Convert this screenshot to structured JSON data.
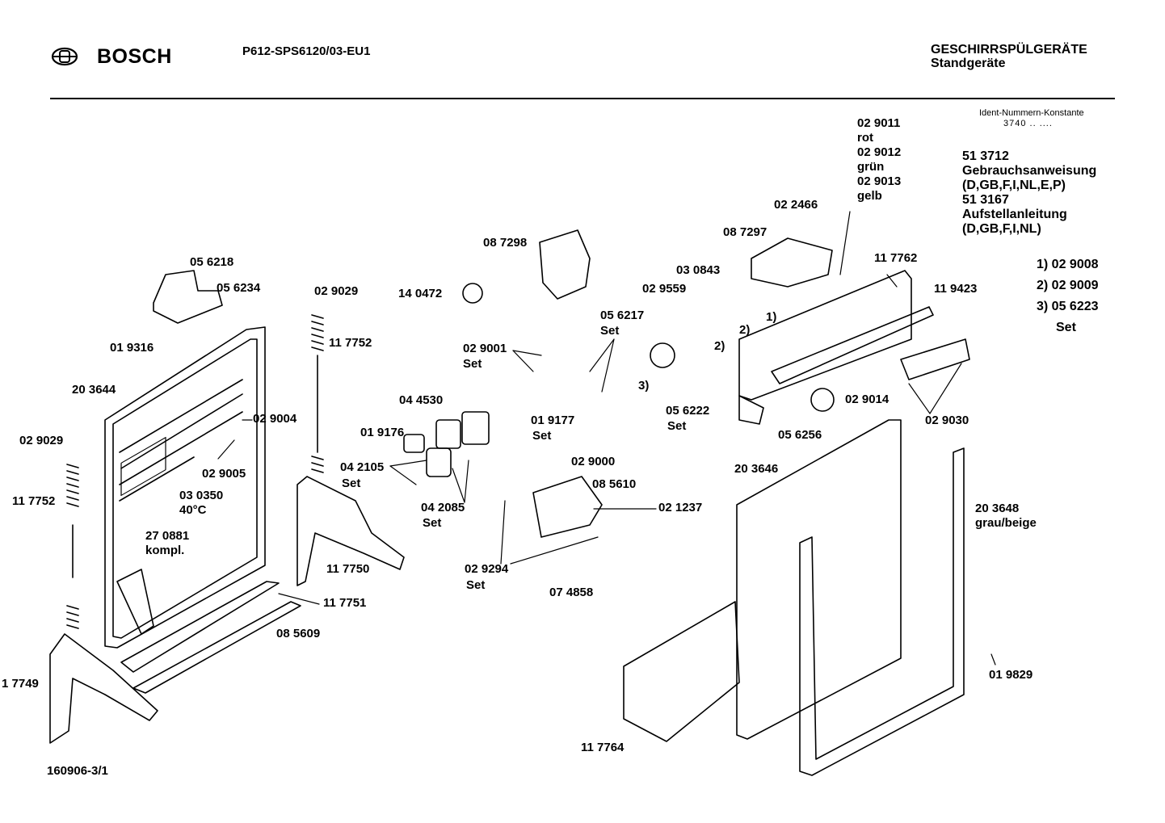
{
  "header": {
    "brand": "BOSCH",
    "model": "P612-SPS6120/03-EU1",
    "category_line1": "GESCHIRRSPÜLGERÄTE",
    "category_line2": "Standgeräte",
    "ident_title": "Ident-Nummern-Konstante",
    "ident_value": "3740  ..  ...."
  },
  "documents": [
    "51 3712",
    "Gebrauchsanweisung",
    "(D,GB,F,I,NL,E,P)",
    "51 3167",
    "Aufstellanleitung",
    "(D,GB,F,I,NL)"
  ],
  "notes": {
    "n1": "1)  02 9008",
    "n2": "2)  02 9009",
    "n3": "3)  05 6223",
    "n3_set": "Set"
  },
  "footer": "160906-3/1",
  "part_labels": {
    "p056218": "05 6218",
    "p056234": "05 6234",
    "p019316": "01 9316",
    "p203644": "20 3644",
    "p029029a": "02 9029",
    "p117752a": "11 7752",
    "p029004": "02 9004",
    "p029005": "02 9005",
    "p030350": "03 0350",
    "p030350b": "40°C",
    "p270881": "27 0881",
    "p270881b": "kompl.",
    "p117749": "1 7749",
    "p029029b": "02 9029",
    "p117752b": "11 7752",
    "p117750": "11 7750",
    "p117751": "11 7751",
    "p085609": "08 5609",
    "p140472": "14 0472",
    "p087298": "08 7298",
    "p029001": "02 9001",
    "p029001s": "Set",
    "p044530": "04 4530",
    "p019176": "01 9176",
    "p042105": "04 2105",
    "p042105s": "Set",
    "p042085": "04 2085",
    "p042085s": "Set",
    "p019177": "01 9177",
    "p019177s": "Set",
    "p029000": "02 9000",
    "p085610": "08 5610",
    "p021237": "02 1237",
    "p029294": "02 9294",
    "p029294s": "Set",
    "p074858": "07 4858",
    "p056217": "05 6217",
    "p056217s": "Set",
    "p029559": "02 9559",
    "p030843": "03 0843",
    "p087297": "08 7297",
    "p022466": "02 2466",
    "p029011": "02 9011",
    "p029011c": "rot",
    "p029012": "02 9012",
    "p029012c": "grün",
    "p029013": "02 9013",
    "p029013c": "gelb",
    "p117762": "11 7762",
    "p119423": "11 9423",
    "r1": "1)",
    "r2a": "2)",
    "r2b": "2)",
    "r3": "3)",
    "p056222": "05 6222",
    "p056222s": "Set",
    "p056256": "05 6256",
    "p029014": "02 9014",
    "p029030": "02 9030",
    "p203646": "20 3646",
    "p203648": "20 3648",
    "p203648c": "grau/beige",
    "p019829": "01 9829",
    "p117764": "11 7764"
  }
}
